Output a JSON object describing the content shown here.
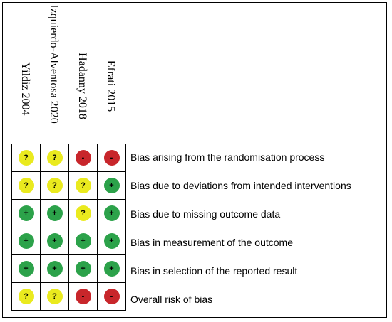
{
  "studies": [
    "Yildiz 2004",
    "Izquierdo-Alventosa 2020",
    "Hadanny 2018",
    "Efrati 2015"
  ],
  "domains": [
    "Bias arising from the randomisation process",
    "Bias due to deviations from intended interventions",
    "Bias due to missing outcome data",
    "Bias in measurement of the outcome",
    "Bias in selection of the reported result",
    "Overall risk of bias"
  ],
  "judgement_symbols": {
    "low": "+",
    "some": "?",
    "high": "-"
  },
  "judgement_colors": {
    "low": "#2ca24a",
    "some": "#eaea1e",
    "high": "#c8262b"
  },
  "judgements": [
    [
      "some",
      "some",
      "high",
      "high"
    ],
    [
      "some",
      "some",
      "some",
      "low"
    ],
    [
      "low",
      "low",
      "some",
      "low"
    ],
    [
      "low",
      "low",
      "low",
      "low"
    ],
    [
      "low",
      "low",
      "low",
      "low"
    ],
    [
      "some",
      "some",
      "high",
      "high"
    ]
  ]
}
